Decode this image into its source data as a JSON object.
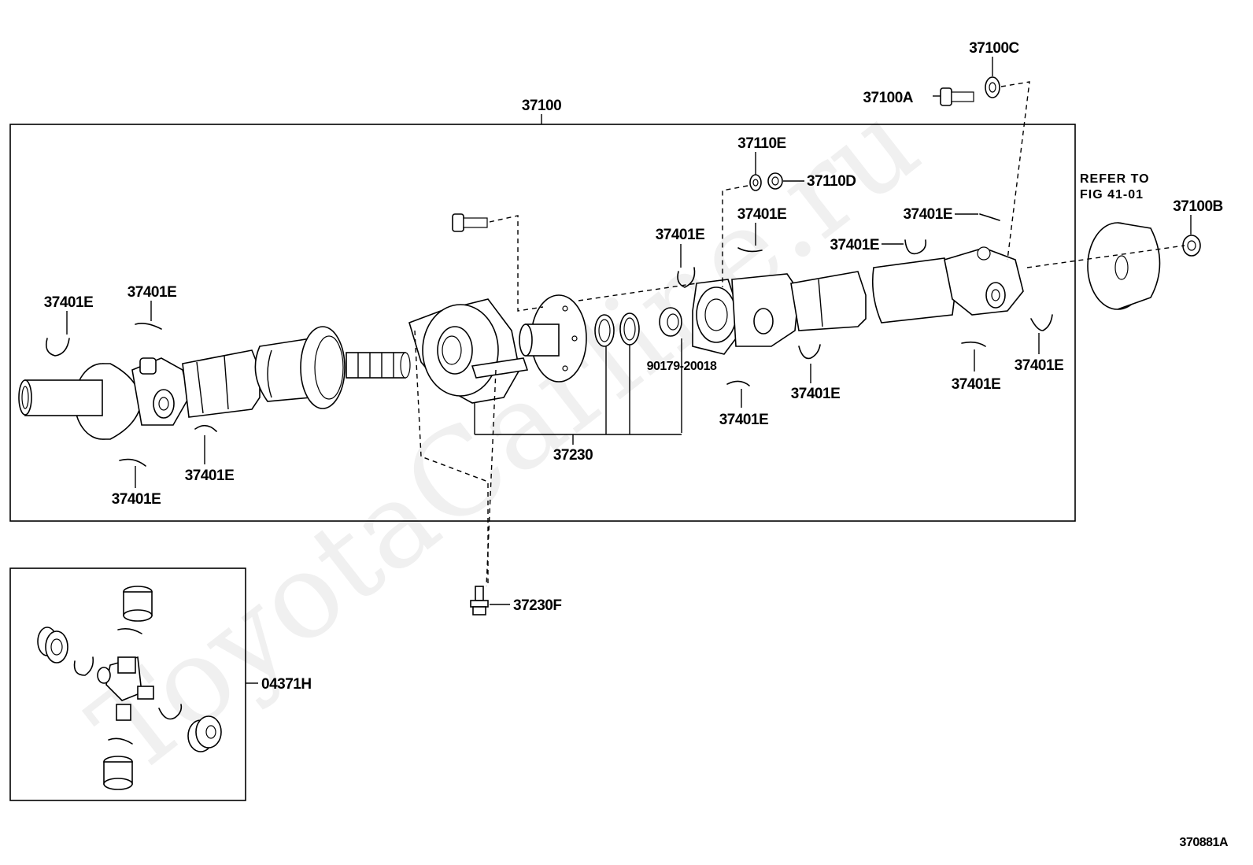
{
  "watermark": "ToyotaCarline.ru",
  "assembly_number": "37100",
  "figure_code": "370881A",
  "refer_note": [
    "REFER TO",
    "FIG 41-01"
  ],
  "labels": {
    "p37100A": "37100A",
    "p37100B": "37100B",
    "p37100C": "37100C",
    "p37110E": "37110E",
    "p37110D": "37110D",
    "p37230": "37230",
    "p37230F": "37230F",
    "p90179": "90179-20018",
    "p04371H": "04371H",
    "clip": "37401E"
  }
}
